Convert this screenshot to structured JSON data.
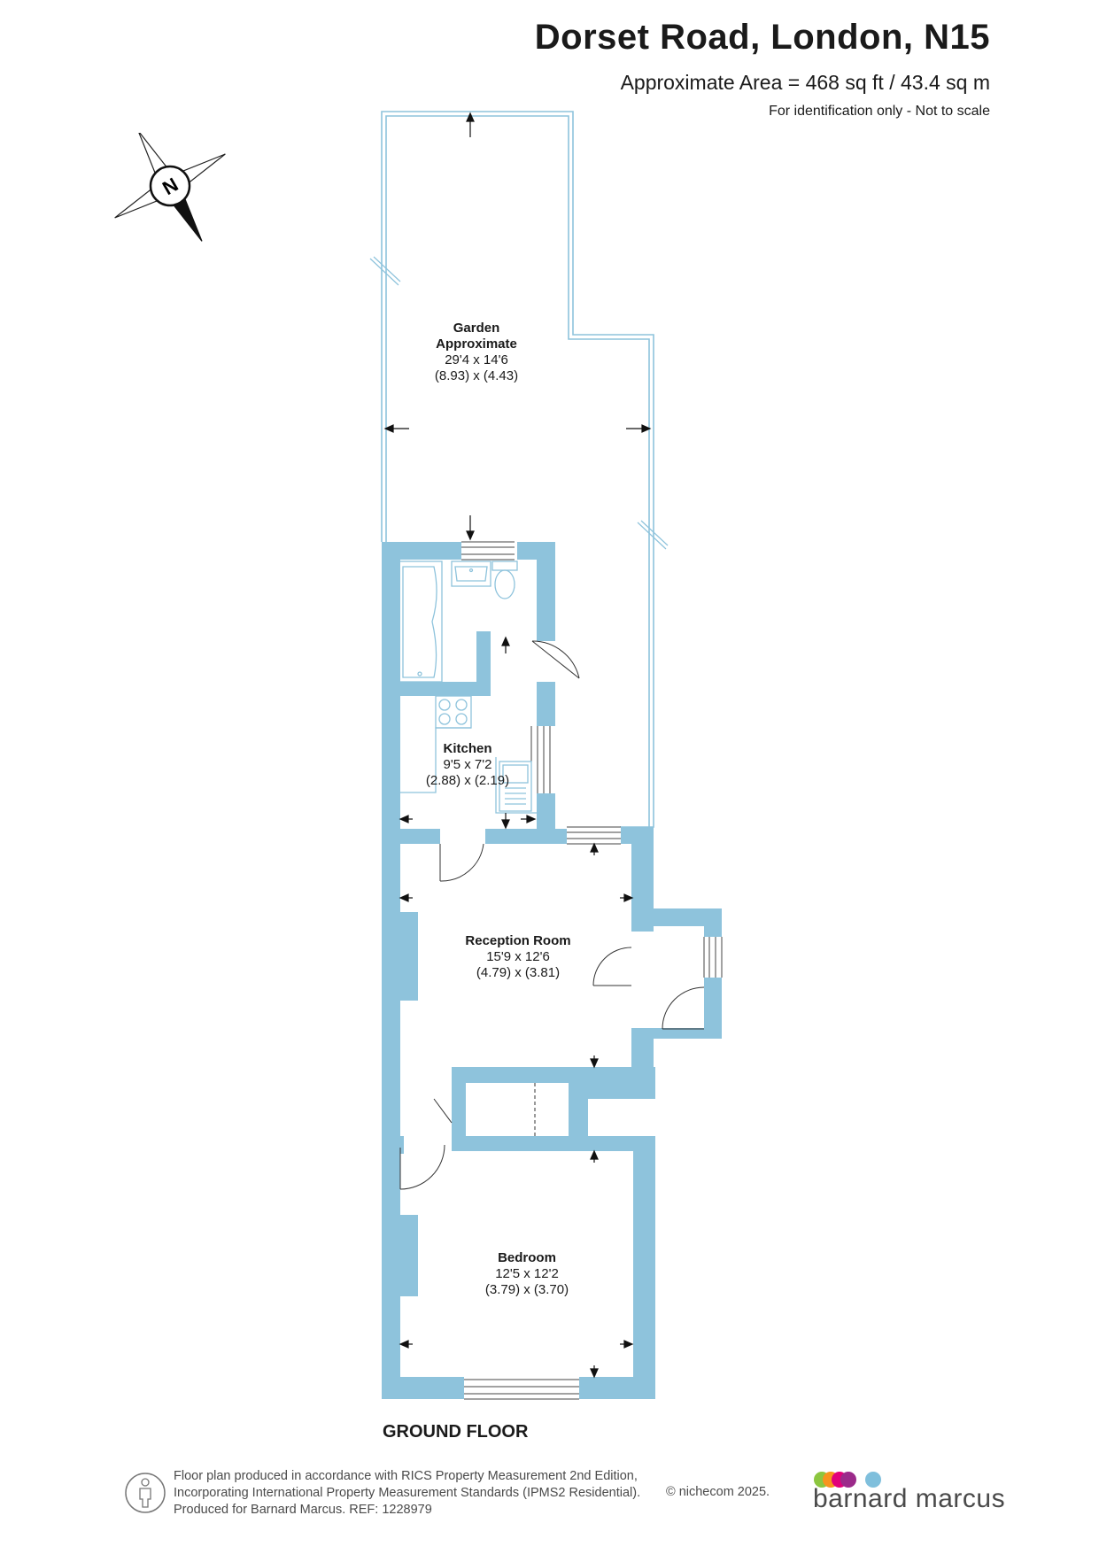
{
  "header": {
    "title": "Dorset Road, London, N15",
    "area": "Approximate Area = 468 sq ft / 43.4 sq m",
    "note": "For identification only - Not to scale"
  },
  "compass": {
    "letter": "N"
  },
  "rooms": {
    "garden": {
      "name": "Garden",
      "qualifier": "Approximate",
      "imperial": "29'4 x 14'6",
      "metric": "(8.93) x (4.43)"
    },
    "kitchen": {
      "name": "Kitchen",
      "imperial": "9'5 x 7'2",
      "metric": "(2.88) x (2.19)"
    },
    "reception": {
      "name": "Reception Room",
      "imperial": "15'9 x 12'6",
      "metric": "(4.79) x (3.81)"
    },
    "bedroom": {
      "name": "Bedroom",
      "imperial": "12'5 x 12'2",
      "metric": "(3.79) x (3.70)"
    }
  },
  "floor_label": "GROUND FLOOR",
  "footer": {
    "line1": "Floor plan produced in accordance with RICS Property Measurement 2nd Edition,",
    "line2": "Incorporating International Property Measurement Standards (IPMS2 Residential).",
    "line3": "Produced for Barnard Marcus.   REF:  1228979",
    "copyright": "© nichecom 2025."
  },
  "brand": {
    "name": "barnard marcus",
    "dot_colors": [
      "#8cc63f",
      "#f7941d",
      "#e2007a",
      "#9b2a8a",
      "#7fbfdc"
    ]
  },
  "colors": {
    "wall": "#8ec3dc",
    "garden_outline": "#8ec3dc",
    "fixture": "#8ec3dc"
  }
}
